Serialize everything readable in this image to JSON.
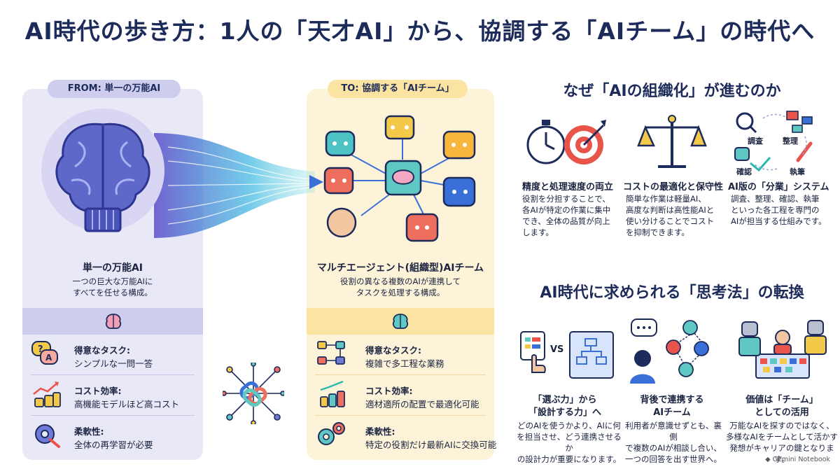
{
  "title": "AI時代の歩き方：1人の「天才AI」から、協調する「AIチーム」の時代へ",
  "from_panel": {
    "pill": "FROM: 単一の万能AI",
    "caption_title": "単一の万能AI",
    "caption_desc_1": "一つの巨大な万能AIに",
    "caption_desc_2": "すべてを任せる構成。",
    "rows": [
      {
        "label": "得意なタスク:",
        "value": "シンプルな一問一答"
      },
      {
        "label": "コスト効率:",
        "value": "高機能モデルほど高コスト"
      },
      {
        "label": "柔軟性:",
        "value": "全体の再学習が必要"
      }
    ]
  },
  "to_panel": {
    "pill": "TO: 協調する「AIチーム」",
    "caption_title": "マルチエージェント(組織型)AIチーム",
    "caption_desc_1": "役割の異なる複数のAIが連携して",
    "caption_desc_2": "タスクを処理する構成。",
    "rows": [
      {
        "label": "得意なタスク:",
        "value": "複雑で多工程な業務"
      },
      {
        "label": "コスト効率:",
        "value": "適材適所の配置で最適化可能"
      },
      {
        "label": "柔軟性:",
        "value": "特定の役割だけ最新AIに交換可能"
      }
    ]
  },
  "why_section": {
    "heading": "なぜ「AIの組織化」が進むのか",
    "cols": [
      {
        "title": "精度と処理速度の両立",
        "lines": [
          "役割を分担することで、",
          "各AIが特定の作業に集中",
          "でき、全体の品質が向上",
          "します。"
        ]
      },
      {
        "title": "コストの最適化と保守性",
        "lines": [
          "簡単な作業は軽量AI、",
          "高度な判断は高性能AIと",
          "使い分けることでコスト",
          "を抑制できます。"
        ]
      },
      {
        "title": "AI版の「分業」システム",
        "lines": [
          "調査、整理、確認、執筆",
          "といった各工程を専門の",
          "AIが担当する仕組みです。"
        ]
      }
    ],
    "cycle_labels": [
      "調査",
      "整理",
      "確認",
      "執筆"
    ]
  },
  "thinking_section": {
    "heading": "AI時代に求められる「思考法」の転換",
    "vs_label": "VS",
    "cols": [
      {
        "title_1": "「選ぶ力」から",
        "title_2": "「設計する力」へ",
        "lines": [
          "どのAIを使うかより、AIに何",
          "を担当させ、どう連携させるか",
          "の設計力が重要になります。"
        ]
      },
      {
        "title_1": "背後で連携する",
        "title_2": "AIチーム",
        "lines": [
          "利用者が意識せずとも、裏側",
          "で複数のAIが相談し合い、",
          "一つの回答を出す世界へ。"
        ]
      },
      {
        "title_1": "価値は「チーム」",
        "title_2": "としての活用",
        "lines": [
          "万能なAIを探すのではなく、",
          "多様なAIをチームとして活かす",
          "発想がキャリアの鍵となります。"
        ]
      }
    ]
  },
  "footer": "Gemini Notebook",
  "colors": {
    "navy": "#1d2b5a",
    "lavender": "#e9e8f7",
    "cream": "#fdf3d9",
    "accent_red": "#e8534a",
    "accent_blue": "#3b6fd8",
    "accent_teal": "#2bb8b0"
  }
}
